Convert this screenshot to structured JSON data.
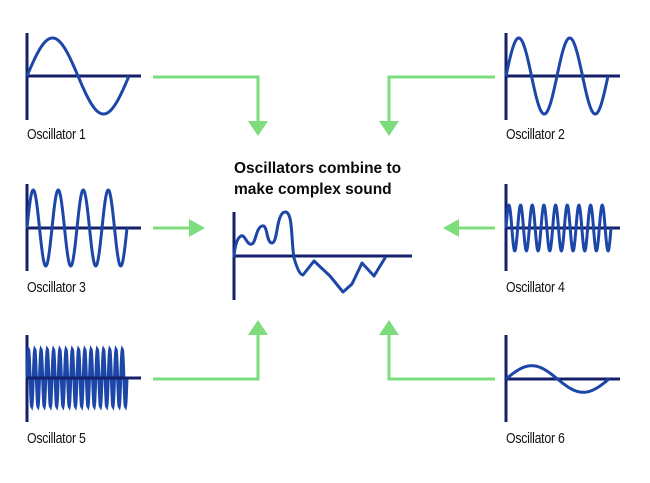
{
  "title_line1": "Oscillators combine to",
  "title_line2": "make complex sound",
  "colors": {
    "axis": "#15206b",
    "wave": "#1c46a8",
    "arrow": "#7ddc7c",
    "text": "#111111",
    "background": "#ffffff"
  },
  "oscillators": [
    {
      "label": "Oscillator 1",
      "cycles": 1,
      "amplitude": 1.0,
      "arrow": "right-then-down"
    },
    {
      "label": "Oscillator 2",
      "cycles": 2,
      "amplitude": 1.0,
      "arrow": "left-then-down"
    },
    {
      "label": "Oscillator 3",
      "cycles": 4,
      "amplitude": 1.0,
      "arrow": "right"
    },
    {
      "label": "Oscillator 4",
      "cycles": 9,
      "amplitude": 0.6,
      "arrow": "left"
    },
    {
      "label": "Oscillator 5",
      "cycles": 16,
      "amplitude": 0.75,
      "arrow": "right-then-up"
    },
    {
      "label": "Oscillator 6",
      "cycles": 1,
      "amplitude": 0.35,
      "arrow": "left-then-up"
    }
  ],
  "combined_wave_label": "complex-sound-waveform"
}
